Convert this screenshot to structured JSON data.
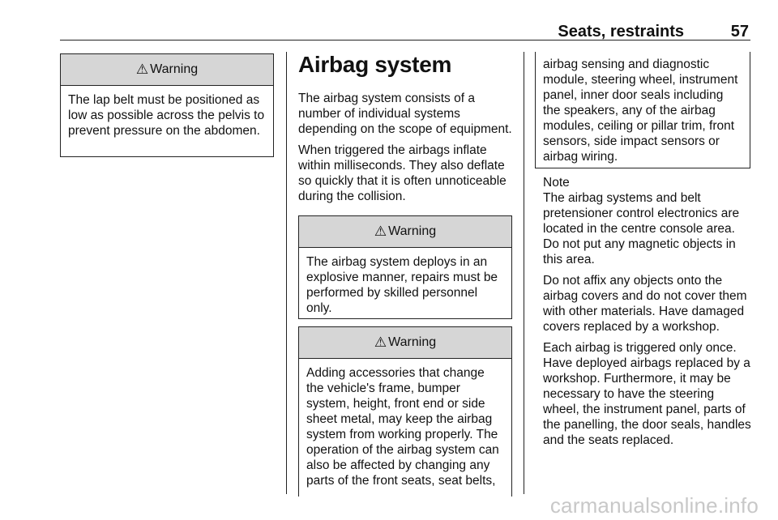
{
  "header": {
    "title": "Seats, restraints",
    "page_number": "57"
  },
  "warning_label": "Warning",
  "warning_icon": "warning-triangle-icon",
  "column1": {
    "warning1_text": "The lap belt must be positioned as low as possible across the pelvis to prevent pressure on the abdomen."
  },
  "column2": {
    "section_title": "Airbag system",
    "para1": "The airbag system consists of a number of individual systems depending on the scope of equipment.",
    "para2": "When triggered the airbags inflate within milliseconds. They also deflate so quickly that it is often unnoticeable during the collision.",
    "warning2_text": "The airbag system deploys in an explosive manner, repairs must be performed by skilled personnel only.",
    "warning3_text": "Adding accessories that change the vehicle's frame, bumper system, height, front end or side sheet metal, may keep the airbag system from working properly. The operation of the airbag system can also be affected by changing any parts of the front seats, seat belts,"
  },
  "column3": {
    "warning3_continued": "airbag sensing and diagnostic module, steering wheel, instrument panel, inner door seals including the speakers, any of the airbag modules, ceiling or pillar trim, front sensors, side impact sensors or airbag wiring.",
    "note_label": "Note",
    "note_text": "The airbag systems and belt pretensioner control electronics are located in the centre console area. Do not put any magnetic objects in this area.",
    "para3": "Do not affix any objects onto the airbag covers and do not cover them with other materials. Have damaged covers replaced by a workshop.",
    "para4": "Each airbag is triggered only once. Have deployed airbags replaced by a workshop. Furthermore, it may be necessary to have the steering wheel, the instrument panel, parts of the panelling, the door seals, handles and the seats replaced."
  },
  "watermark": "carmanualsonline.info"
}
